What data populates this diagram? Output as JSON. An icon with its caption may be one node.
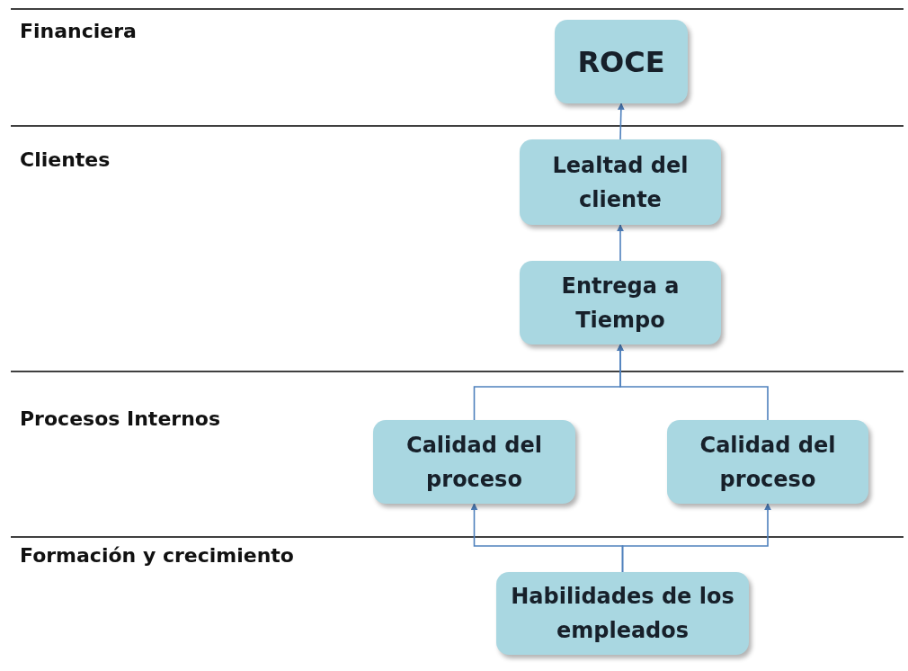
{
  "diagram": {
    "nodes": [
      {
        "text": [
          "ROCE"
        ]
      },
      {
        "text": [
          "Lealtad del cliente"
        ]
      },
      {
        "text": [
          "Entrega a Tiempo"
        ]
      },
      {
        "text": [
          "Calidad del proceso"
        ]
      },
      {
        "text": [
          "Calidad del proceso"
        ]
      },
      {
        "text": [
          "Habilidades de los empleados"
        ]
      }
    ],
    "edges": [
      {
        "from": 1,
        "to": 0,
        "arrow": "to"
      },
      {
        "from": 2,
        "to": 1,
        "arrow": "to"
      },
      {
        "from": 3,
        "to": 2,
        "arrow": "to"
      },
      {
        "from": 4,
        "to": 2,
        "arrow": "to"
      },
      {
        "from": 5,
        "to": 3,
        "arrow": "to"
      },
      {
        "from": 5,
        "to": 4,
        "arrow": "to"
      }
    ],
    "labels": [
      "Financiera",
      "Clientes",
      "Procesos Internos",
      "Formación y crecimiento"
    ]
  }
}
